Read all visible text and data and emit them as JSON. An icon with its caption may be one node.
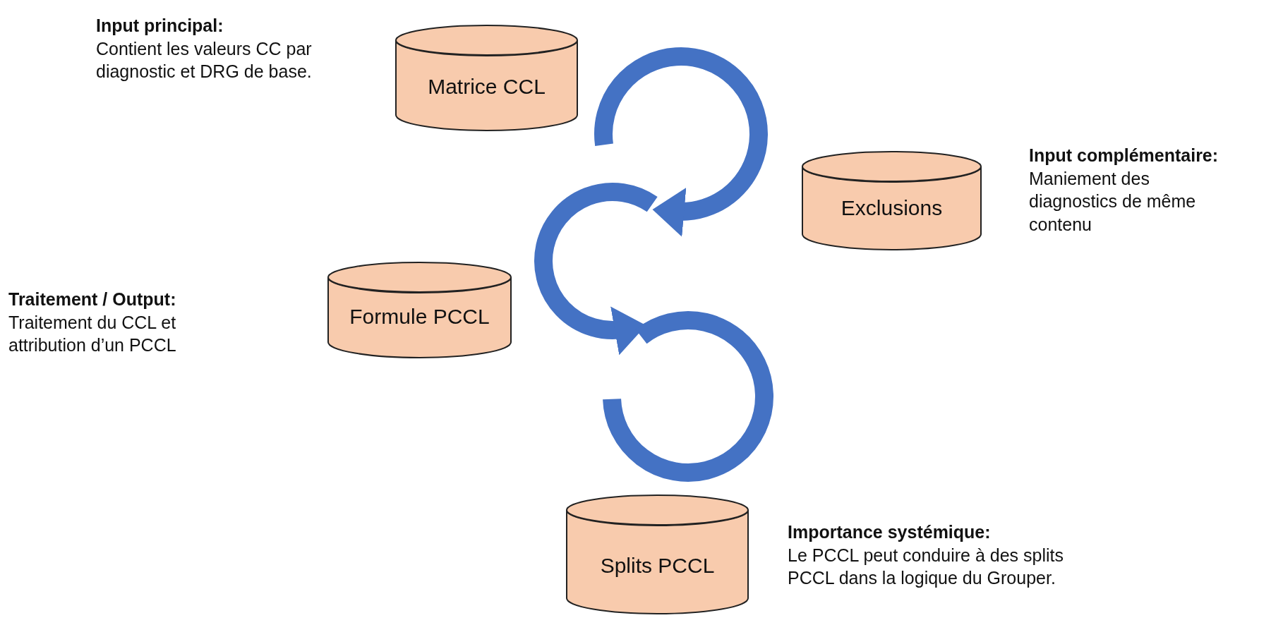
{
  "diagram": {
    "nodes": [
      {
        "text": [
          "Matrice CCL"
        ],
        "beside": [
          "Input principal:",
          "Contient les valeurs CC par diagnostic et DRG de base."
        ]
      },
      {
        "text": [
          "Exclusions"
        ],
        "beside": [
          "Input complémentaire:",
          "Maniement des diagnostics de même contenu"
        ]
      },
      {
        "text": [
          "Formule PCCL"
        ],
        "beside": [
          "Traitement / Output:",
          "Traitement du CCL et attribution d’un PCCL"
        ]
      },
      {
        "text": [
          "Splits PCCL"
        ],
        "beside": [
          "Importance systémique:",
          "Le PCCL peut conduire à des splits PCCL dans la logique du Grouper."
        ]
      }
    ]
  }
}
